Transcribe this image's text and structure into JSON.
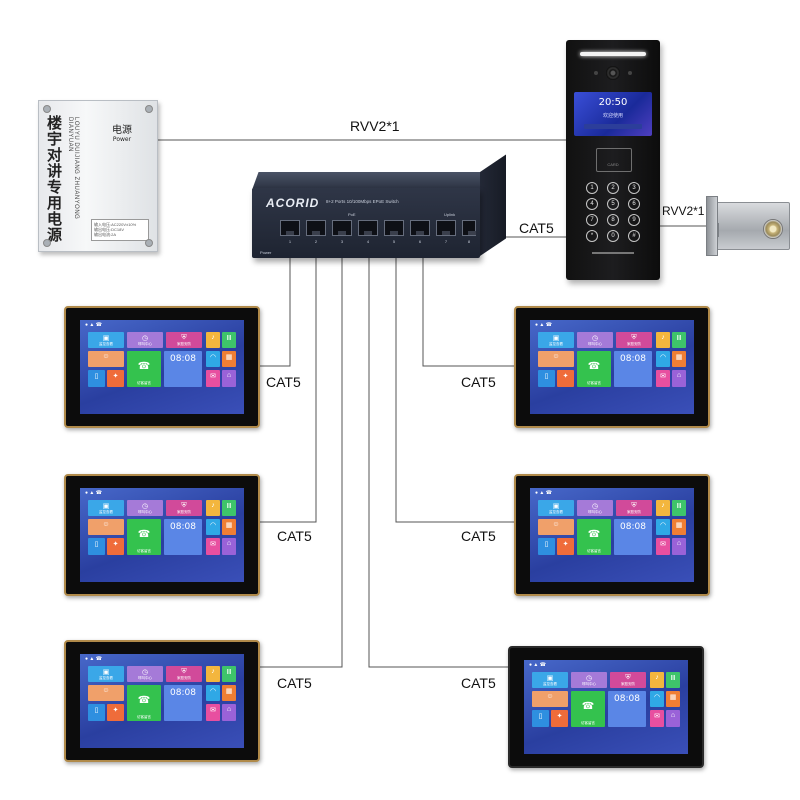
{
  "power_supply": {
    "vertical_title": "楼宇对讲专用电源",
    "vertical_subtitle": "LOUYU DUIJIANG ZHUANYONG DIANYUAN",
    "label_cn": "电源",
    "label_en": "Power",
    "plate_line1": "输入电压:AC220V±10%",
    "plate_line2": "输出电压:DC18V",
    "plate_line3": "输出电流:2A"
  },
  "switch": {
    "brand": "ACORID",
    "description": "8+2 Ports 10/100Mbps EPoE Switch",
    "poe_label": "PoE",
    "uplink_label": "Uplink",
    "power_label": "Power",
    "port_numbers": [
      "1",
      "2",
      "3",
      "4",
      "5",
      "6",
      "7",
      "8"
    ]
  },
  "door_station": {
    "time": "20:50",
    "subtitle": "欢迎使用",
    "card_label": "CARD",
    "keys": [
      "1",
      "2",
      "3",
      "4",
      "5",
      "6",
      "7",
      "8",
      "9",
      "*",
      "0",
      "#"
    ]
  },
  "monitor_ui": {
    "status": "● ▲ ☎",
    "time": "08:08",
    "tile_caps": [
      "监控查看",
      "呼叫中心",
      "家庭安防",
      "访客留言",
      "门禁",
      "信息"
    ]
  },
  "connections": {
    "psu_to_door": "RVV2*1",
    "door_to_lock": "RVV2*1",
    "switch_to_door": "CAT5",
    "monitor_links": [
      "CAT5",
      "CAT5",
      "CAT5",
      "CAT5",
      "CAT5",
      "CAT5"
    ]
  },
  "colors": {
    "wire": "#555555",
    "monitor_frame": "#b08a4a",
    "switch_body": "#2a3140"
  }
}
